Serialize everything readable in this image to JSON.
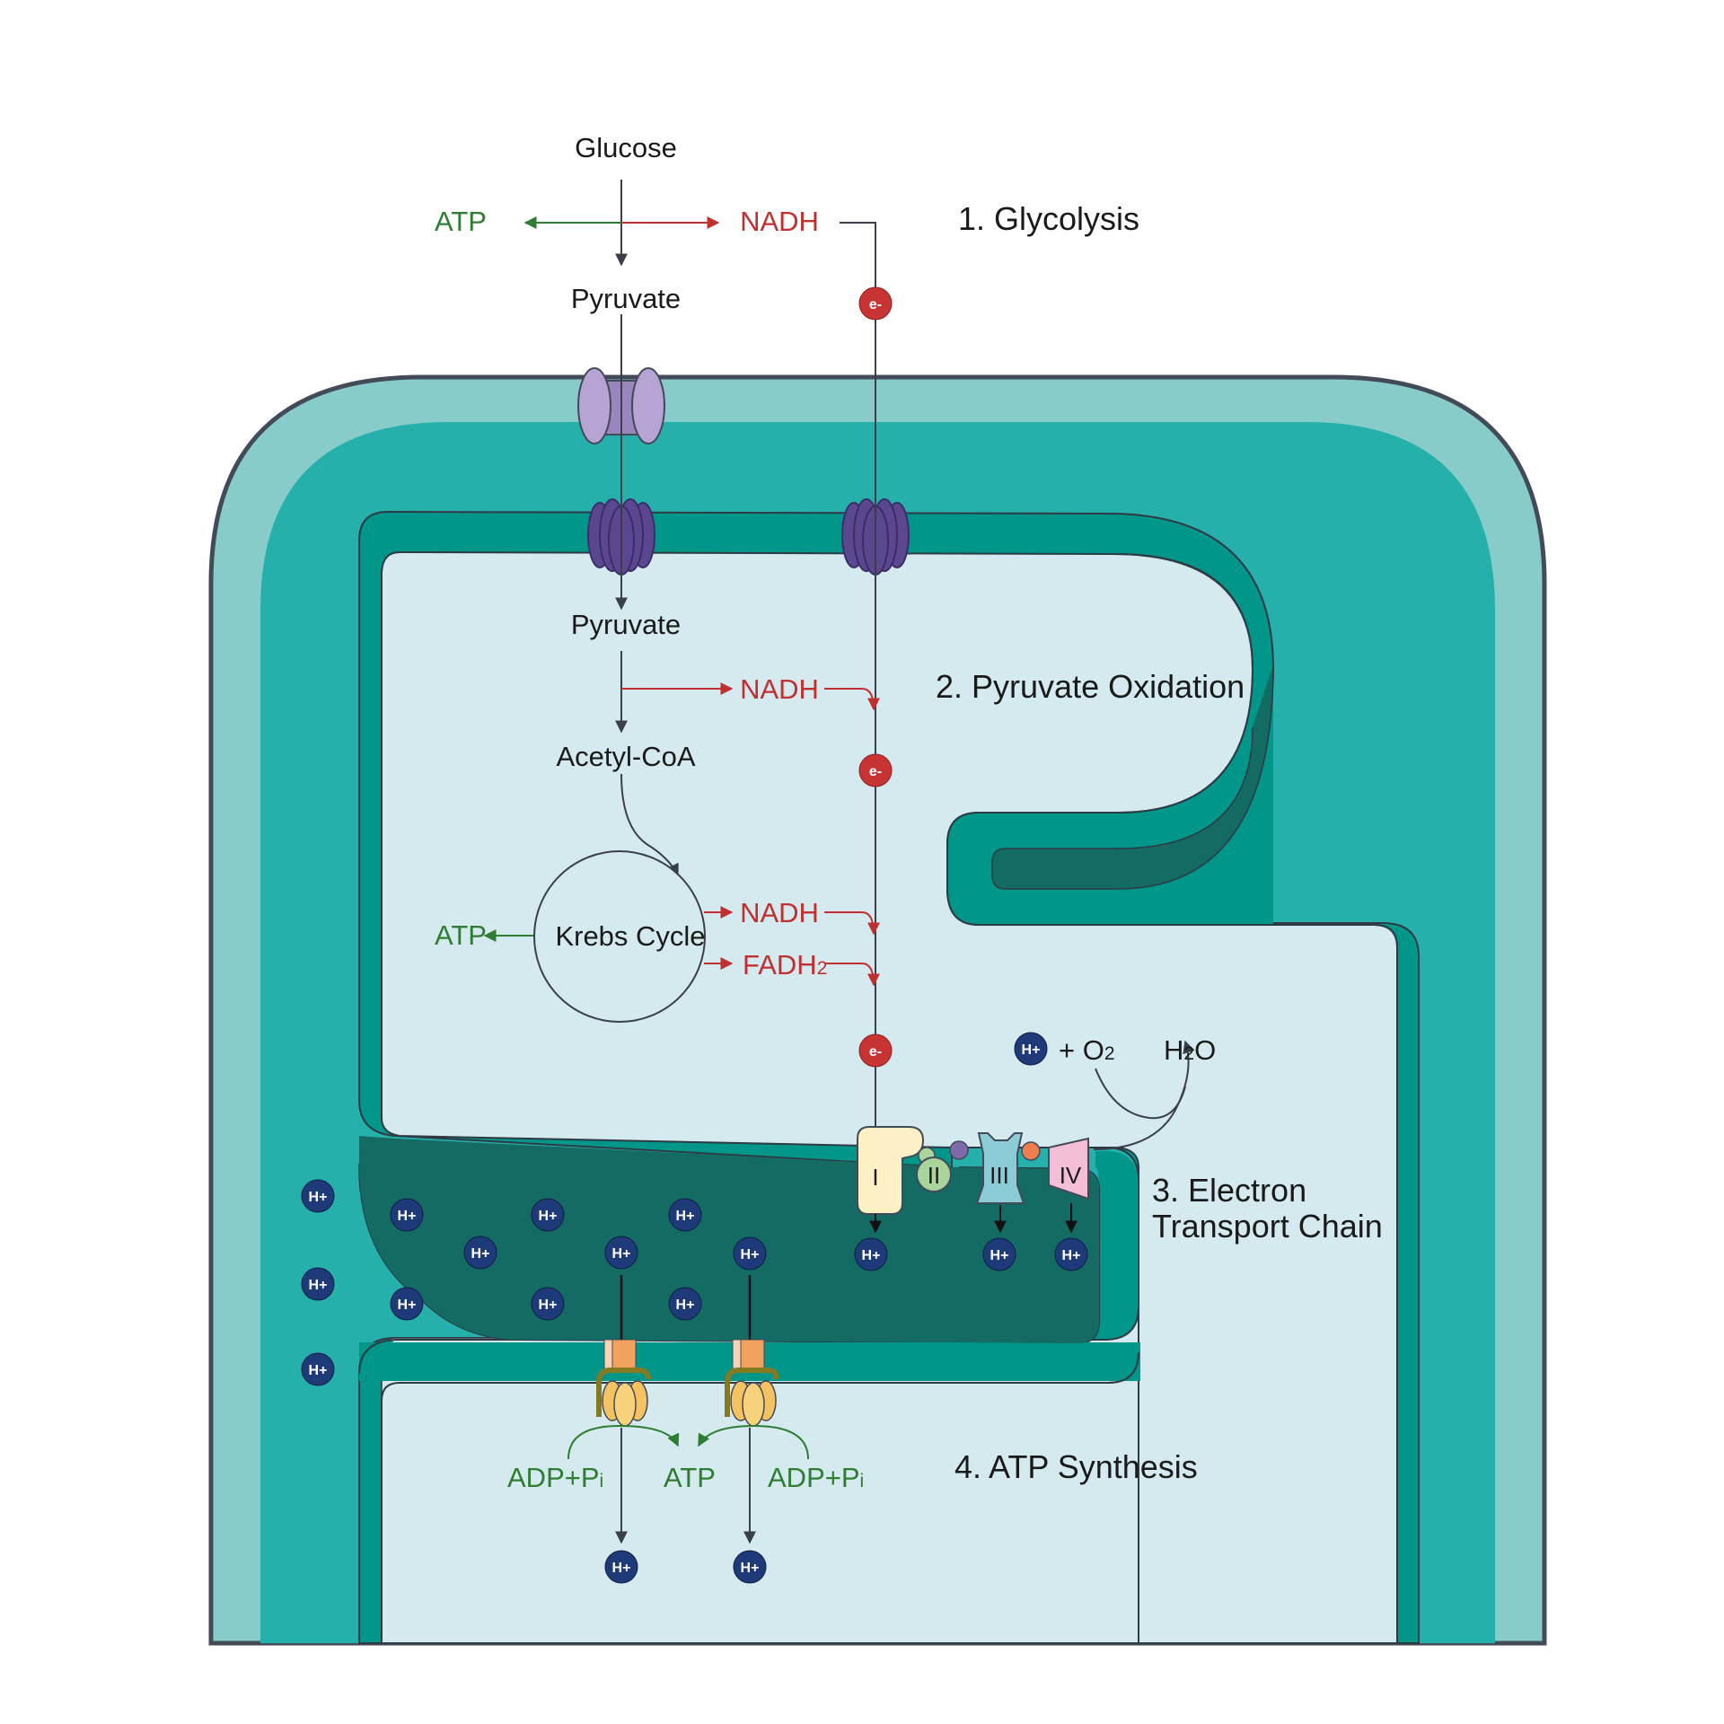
{
  "labels": {
    "glucose": "Glucose",
    "atp_top": "ATP",
    "nadh_top": "NADH",
    "pyruvate_top": "Pyruvate",
    "pyruvate_in": "Pyruvate",
    "nadh_po": "NADH",
    "acetyl": "Acetyl-CoA",
    "krebs": "Krebs Cycle",
    "atp_krebs": "ATP",
    "nadh_krebs": "NADH",
    "fadh": "FADH",
    "fadh_sub": "2",
    "h_o2_plus": "+ O",
    "o2_sub": "2",
    "h2o_h": "H",
    "h2o_sub": "2",
    "h2o_o": "O",
    "adp_left": "ADP+P",
    "adp_left_sub": "i",
    "adp_right": "ADP+P",
    "adp_right_sub": "i",
    "atp_bottom": "ATP"
  },
  "stages": {
    "s1": "1. Glycolysis",
    "s2": "2. Pyruvate Oxidation",
    "s3a": "3. Electron",
    "s3b": "Transport Chain",
    "s4": "4. ATP Synthesis"
  },
  "complexes": {
    "c1": "I",
    "c2": "II",
    "c3": "III",
    "c4": "IV"
  },
  "ions": {
    "proton": "H+",
    "electron": "e-"
  },
  "colors": {
    "outer_membrane": "#88ccc9",
    "intermembrane": "#26b0ac",
    "inner_membrane": "#00968a",
    "cristae_space": "#146b63",
    "matrix": "#d4eaee",
    "proton": "#1e3a78",
    "electron": "#c83434",
    "nadh_red": "#c03030",
    "atp_green": "#2e7d32"
  }
}
